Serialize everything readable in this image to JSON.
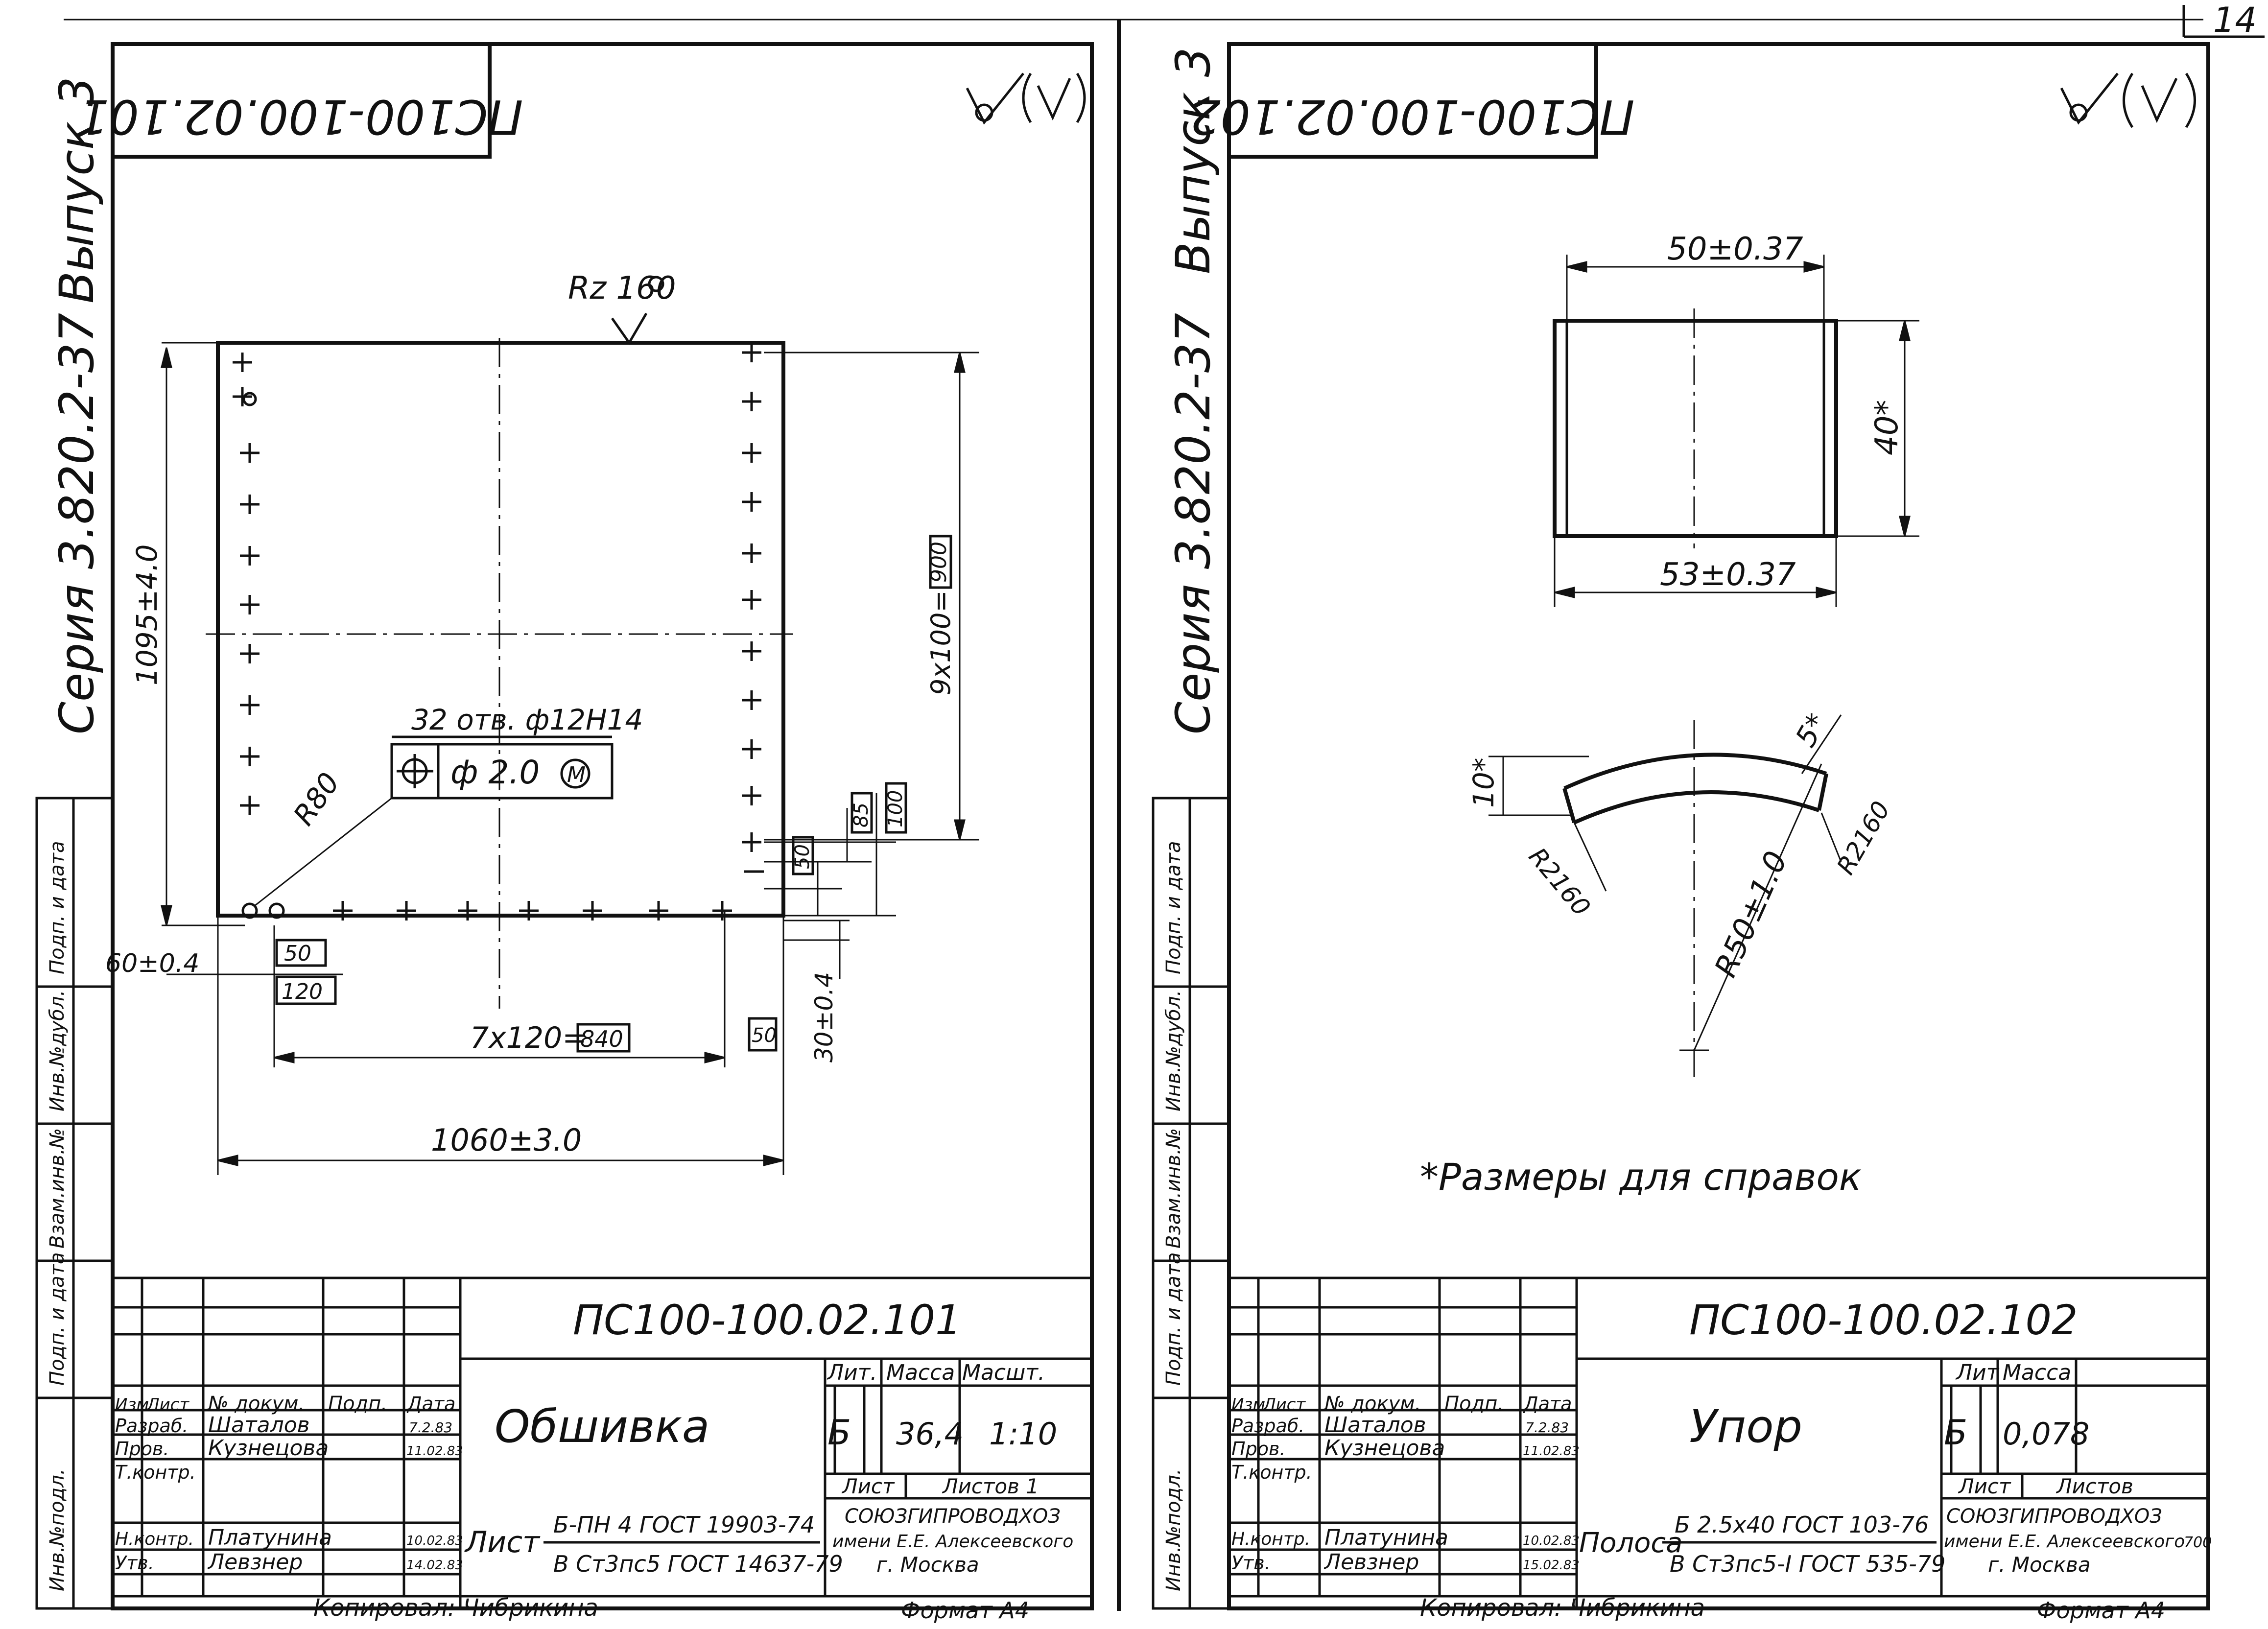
{
  "sheet_number": "14",
  "formats": {
    "left": "Формат А4",
    "right": "Формат А4"
  },
  "copied_by": {
    "left": "Копировал: Чибрикина",
    "right": "Копировал: Чибрикина"
  },
  "side_labels": {
    "left_issue": "Выпуск 3",
    "left_series": "Серия 3.820.2-37",
    "right_issue": "Выпуск 3",
    "right_series": "Серия 3.820.2-37",
    "stamp_cells": [
      "Инв.№подл.",
      "Подп. и дата",
      "Взам.инв.№",
      "Инв.№дубл.",
      "Подп. и дата"
    ]
  },
  "left_drawing": {
    "code_rotated": "ПС100-100.02.101",
    "roughness": "Rz 160",
    "dims": {
      "height_total": "1095±4.0",
      "pitch_vertical": "9x100=",
      "pitch_vertical_box": "900",
      "hole_callout": "32 отв. ф12Н14",
      "position_tol": "ф 2.0",
      "position_mod": "M",
      "radius": "R80",
      "box_85": "85",
      "box_100": "100",
      "box_50_right": "50",
      "left_offset": "60±0.4",
      "box_50_bottom": "50",
      "box_120": "120",
      "pitch_horizontal": "7x120=",
      "pitch_horizontal_box": "840",
      "box_50_far": "50",
      "bottom_offset": "30±0.4",
      "width_total": "1060±3.0"
    }
  },
  "right_drawing": {
    "code_rotated": "ПС100-100.02.102",
    "dims": {
      "top_width": "50±0.37",
      "height": "40*",
      "bottom_width": "53±0.37",
      "thickness": "10*",
      "small_dim": "5*",
      "radius_left": "R2160",
      "radius_right": "R2160",
      "radius_main": "R50±1.0"
    },
    "note": "*Размеры для справок"
  },
  "left_title_block": {
    "designation": "ПС100-100.02.101",
    "name": "Обшивка",
    "head_izm": "Изм",
    "head_list": "Лист",
    "head_doc": "№ докум.",
    "head_sign": "Подп.",
    "head_date": "Дата",
    "row_razrab": "Разраб.",
    "name_razrab": "Шаталов",
    "date_razrab": "7.2.83",
    "row_prov": "Пров.",
    "name_prov": "Кузнецова",
    "date_prov": "11.02.83",
    "row_tkontr": "Т.контр.",
    "row_nkontr": "Н.контр.",
    "name_nkontr": "Платунина",
    "date_nkontr": "10.02.83",
    "row_utv": "Утв.",
    "name_utv": "Левзнер",
    "date_utv": "14.02.83",
    "lit_label": "Лит.",
    "mass_label": "Масса",
    "scale_label": "Масшт.",
    "lit_value": "Б",
    "mass_value": "36,4",
    "scale_value": "1:10",
    "sheet_label": "Лист",
    "sheets_label": "Листов 1",
    "material_prefix": "Лист",
    "material_top": "Б-ПН 4 ГОСТ 19903-74",
    "material_bottom": "В Ст3пс5 ГОСТ 14637-79",
    "org_1": "СОЮЗГИПРОВОДХОЗ",
    "org_2": "имени Е.Е. Алексеевского",
    "org_3": "г. Москва"
  },
  "right_title_block": {
    "designation": "ПС100-100.02.102",
    "name": "Упор",
    "head_izm": "Изм",
    "head_list": "Лист",
    "head_doc": "№ докум.",
    "head_sign": "Подп.",
    "head_date": "Дата",
    "row_razrab": "Разраб.",
    "name_razrab": "Шаталов",
    "date_razrab": "7.2.83",
    "row_prov": "Пров.",
    "name_prov": "Кузнецова",
    "date_prov": "11.02.83",
    "row_tkontr": "Т.контр.",
    "row_nkontr": "Н.контр.",
    "name_nkontr": "Платунина",
    "date_nkontr": "10.02.83",
    "row_utv": "Утв.",
    "name_utv": "Левзнер",
    "date_utv": "15.02.83",
    "lit_label": "Лит",
    "mass_label": "Масса",
    "lit_value": "Б",
    "mass_value": "0,078",
    "sheet_label": "Лист",
    "sheets_label": "Листов",
    "material_prefix": "Полоса",
    "material_top": "Б 2.5х40 ГОСТ 103-76",
    "material_bottom": "В Ст3пс5-I ГОСТ 535-79",
    "org_1": "СОЮЗГИПРОВОДХОЗ",
    "org_2": "имени Е.Е. Алексеевского",
    "org_3": "г. Москва",
    "mark": "700"
  }
}
